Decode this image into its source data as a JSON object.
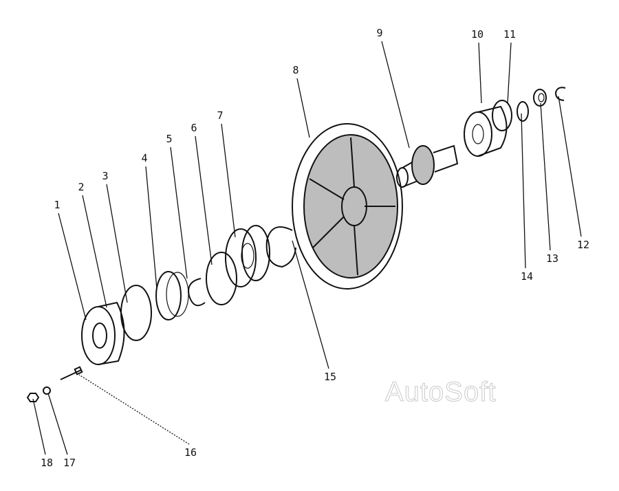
{
  "diagram": {
    "type": "exploded-parts-view",
    "labels": [
      "1",
      "2",
      "3",
      "4",
      "5",
      "6",
      "7",
      "8",
      "9",
      "10",
      "11",
      "12",
      "13",
      "14",
      "15",
      "16",
      "17",
      "18"
    ]
  },
  "watermark": "AutoSoft"
}
